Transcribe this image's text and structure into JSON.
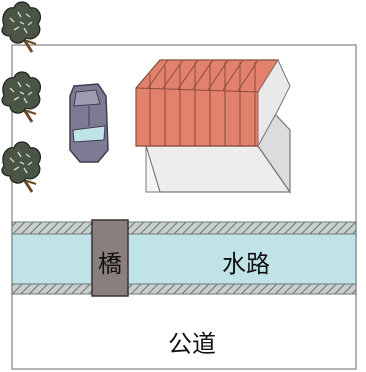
{
  "labels": {
    "bridge": "橋",
    "waterway": "水路",
    "public_road": "公道"
  },
  "colors": {
    "water": "#bfe3e6",
    "bank": "#8f9a9a",
    "bridge": "#8a7f7d",
    "roof": "#e2826c",
    "roof_stroke": "#8a4a3a",
    "house_wall": "#e9e9e9",
    "car_body": "#7d7a94",
    "car_glass": "#bfe3e6",
    "tree": "#3f4a3a",
    "lot_border": "#9a9a9a"
  },
  "icons": [
    "tree-icon",
    "car-icon",
    "house-icon",
    "bridge-icon"
  ]
}
